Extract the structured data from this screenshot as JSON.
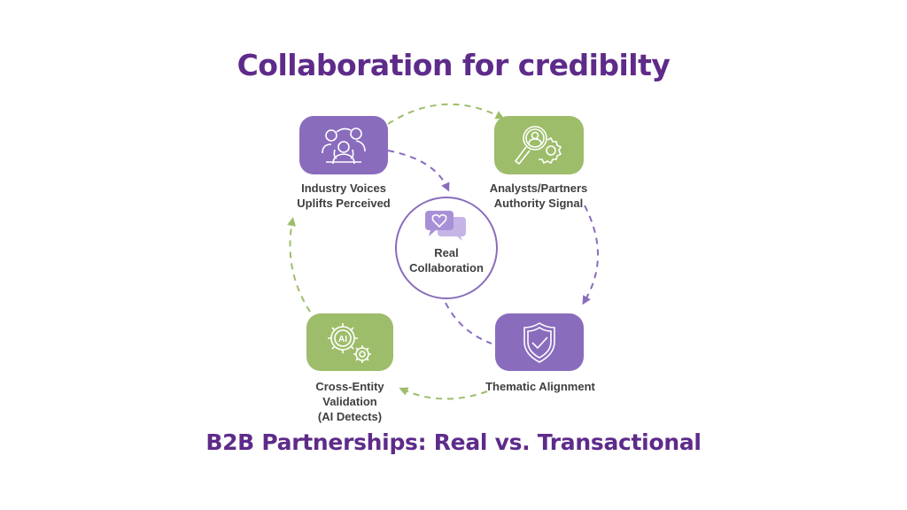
{
  "title": "Collaboration for credibilty",
  "subtitle": "B2B Partnerships: Real vs. Transactional",
  "colors": {
    "title": "#5e2b8a",
    "purple_tile": "#8a6cbd",
    "green_tile": "#9dbd6a",
    "purple_arrow": "#8a6cbd",
    "green_arrow": "#9dbd6a",
    "label_text": "#3f3f3f"
  },
  "center": {
    "icon": "heart-chat-icon",
    "line1": "Real",
    "line2": "Collaboration"
  },
  "nodes": [
    {
      "id": "industry-voices",
      "icon": "group-rotate-icon",
      "color": "purple",
      "lines": [
        "Industry Voices",
        "Uplifts Perceived"
      ]
    },
    {
      "id": "analysts-partners",
      "icon": "search-person-gear-icon",
      "color": "green",
      "lines": [
        "Analysts/Partners",
        "Authority Signal"
      ]
    },
    {
      "id": "thematic-alignment",
      "icon": "shield-check-icon",
      "color": "purple",
      "lines": [
        "Thematic Alignment"
      ]
    },
    {
      "id": "cross-entity",
      "icon": "ai-gears-icon",
      "color": "green",
      "lines": [
        "Cross-Entity",
        "Validation",
        "(AI Detects)"
      ]
    }
  ],
  "connections": [
    {
      "from": "industry-voices",
      "to": "analysts-partners",
      "color": "green",
      "style": "dashed"
    },
    {
      "from": "industry-voices",
      "to": "real-collaboration",
      "color": "purple",
      "style": "dashed"
    },
    {
      "from": "analysts-partners",
      "to": "thematic-alignment",
      "color": "purple",
      "style": "dashed"
    },
    {
      "from": "real-collaboration",
      "to": "thematic-alignment",
      "color": "purple",
      "style": "dashed"
    },
    {
      "from": "thematic-alignment",
      "to": "cross-entity",
      "color": "green",
      "style": "dashed"
    },
    {
      "from": "cross-entity",
      "to": "industry-voices",
      "color": "green",
      "style": "dashed"
    }
  ]
}
